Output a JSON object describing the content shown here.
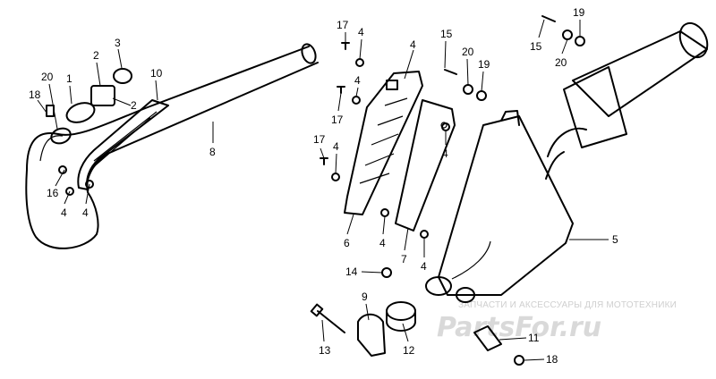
{
  "callouts": [
    {
      "id": "c20a",
      "text": "20"
    },
    {
      "id": "c1",
      "text": "1"
    },
    {
      "id": "c2a",
      "text": "2"
    },
    {
      "id": "c3",
      "text": "3"
    },
    {
      "id": "c10",
      "text": "10"
    },
    {
      "id": "c18a",
      "text": "18"
    },
    {
      "id": "c2b",
      "text": "2"
    },
    {
      "id": "c8",
      "text": "8"
    },
    {
      "id": "c16",
      "text": "16"
    },
    {
      "id": "c4a",
      "text": "4"
    },
    {
      "id": "c4b",
      "text": "4"
    },
    {
      "id": "c17a",
      "text": "17"
    },
    {
      "id": "c4c",
      "text": "4"
    },
    {
      "id": "c4d",
      "text": "4"
    },
    {
      "id": "c17b",
      "text": "17"
    },
    {
      "id": "c17c",
      "text": "17"
    },
    {
      "id": "c4e",
      "text": "4"
    },
    {
      "id": "c4f",
      "text": "4"
    },
    {
      "id": "c15a",
      "text": "15"
    },
    {
      "id": "c20b",
      "text": "20"
    },
    {
      "id": "c19a",
      "text": "19"
    },
    {
      "id": "c4g",
      "text": "4"
    },
    {
      "id": "c6",
      "text": "6"
    },
    {
      "id": "c4h",
      "text": "4"
    },
    {
      "id": "c7",
      "text": "7"
    },
    {
      "id": "c4i",
      "text": "4"
    },
    {
      "id": "c5",
      "text": "5"
    },
    {
      "id": "c14",
      "text": "14"
    },
    {
      "id": "c9",
      "text": "9"
    },
    {
      "id": "c13",
      "text": "13"
    },
    {
      "id": "c12",
      "text": "12"
    },
    {
      "id": "c11",
      "text": "11"
    },
    {
      "id": "c18b",
      "text": "18"
    },
    {
      "id": "c15b",
      "text": "15"
    },
    {
      "id": "c20c",
      "text": "20"
    },
    {
      "id": "c19b",
      "text": "19"
    }
  ],
  "watermark": {
    "caption": "ЗАПЧАСТИ И АКСЕССУАРЫ ДЛЯ МОТОТЕХНИКИ",
    "logo": "PartsFor.ru"
  },
  "colors": {
    "ink": "#000000",
    "watermark": "#cfcfcf"
  }
}
